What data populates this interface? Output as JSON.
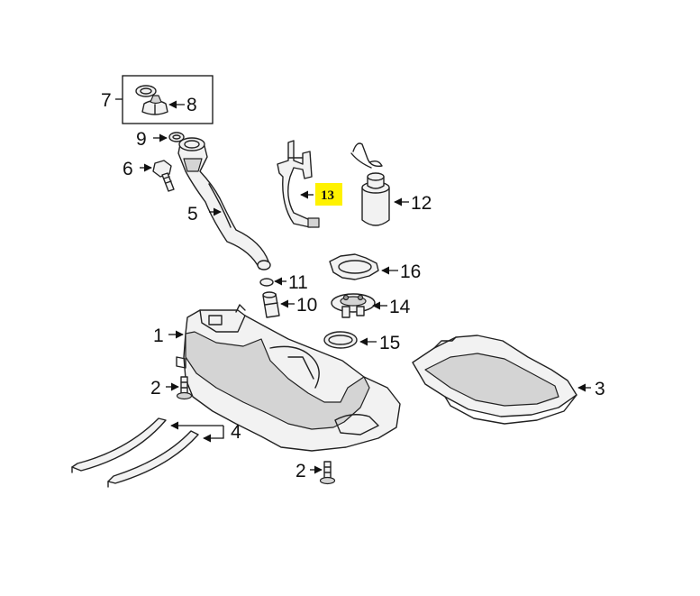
{
  "diagram": {
    "callouts": [
      {
        "id": "c1",
        "label": "1"
      },
      {
        "id": "c2a",
        "label": "2"
      },
      {
        "id": "c2b",
        "label": "2"
      },
      {
        "id": "c3",
        "label": "3"
      },
      {
        "id": "c4",
        "label": "4"
      },
      {
        "id": "c5",
        "label": "5"
      },
      {
        "id": "c6",
        "label": "6"
      },
      {
        "id": "c7",
        "label": "7"
      },
      {
        "id": "c8",
        "label": "8"
      },
      {
        "id": "c9",
        "label": "9"
      },
      {
        "id": "c10",
        "label": "10"
      },
      {
        "id": "c11",
        "label": "11"
      },
      {
        "id": "c12",
        "label": "12"
      },
      {
        "id": "c13",
        "label": "13"
      },
      {
        "id": "c14",
        "label": "14"
      },
      {
        "id": "c15",
        "label": "15"
      },
      {
        "id": "c16",
        "label": "16"
      }
    ],
    "highlight": {
      "label_id": "c13",
      "color": "#fff200"
    },
    "colors": {
      "line": "#222222",
      "fill": "#f2f2f2",
      "shade": "#d4d4d4",
      "highlight": "#fff200"
    }
  }
}
